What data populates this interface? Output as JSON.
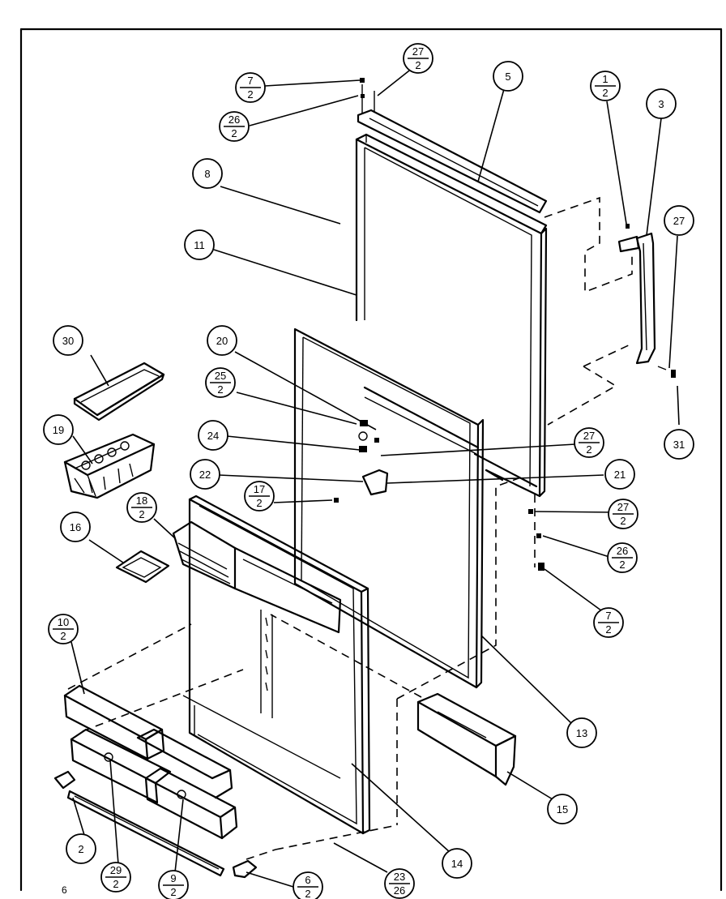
{
  "diagram": {
    "page_number": "6",
    "callouts": [
      {
        "id": "c-7-2-top",
        "num": "7",
        "qty": "2"
      },
      {
        "id": "c-27-2-top",
        "num": "27",
        "qty": "2"
      },
      {
        "id": "c-26-2-top",
        "num": "26",
        "qty": "2"
      },
      {
        "id": "c-5",
        "num": "5",
        "qty": ""
      },
      {
        "id": "c-1-2",
        "num": "1",
        "qty": "2"
      },
      {
        "id": "c-3",
        "num": "3",
        "qty": ""
      },
      {
        "id": "c-27",
        "num": "27",
        "qty": ""
      },
      {
        "id": "c-8",
        "num": "8",
        "qty": ""
      },
      {
        "id": "c-11",
        "num": "11",
        "qty": ""
      },
      {
        "id": "c-30",
        "num": "30",
        "qty": ""
      },
      {
        "id": "c-20",
        "num": "20",
        "qty": ""
      },
      {
        "id": "c-25-2",
        "num": "25",
        "qty": "2"
      },
      {
        "id": "c-24",
        "num": "24",
        "qty": ""
      },
      {
        "id": "c-27-2-mid",
        "num": "27",
        "qty": "2"
      },
      {
        "id": "c-21",
        "num": "21",
        "qty": ""
      },
      {
        "id": "c-31",
        "num": "31",
        "qty": ""
      },
      {
        "id": "c-19",
        "num": "19",
        "qty": ""
      },
      {
        "id": "c-22",
        "num": "22",
        "qty": ""
      },
      {
        "id": "c-17-2",
        "num": "17",
        "qty": "2"
      },
      {
        "id": "c-18-2",
        "num": "18",
        "qty": "2"
      },
      {
        "id": "c-27-2-right",
        "num": "27",
        "qty": "2"
      },
      {
        "id": "c-16",
        "num": "16",
        "qty": ""
      },
      {
        "id": "c-26-2-right",
        "num": "26",
        "qty": "2"
      },
      {
        "id": "c-7-2-right",
        "num": "7",
        "qty": "2"
      },
      {
        "id": "c-10-2",
        "num": "10",
        "qty": "2"
      },
      {
        "id": "c-13",
        "num": "13",
        "qty": ""
      },
      {
        "id": "c-15",
        "num": "15",
        "qty": ""
      },
      {
        "id": "c-14",
        "num": "14",
        "qty": ""
      },
      {
        "id": "c-2",
        "num": "2",
        "qty": ""
      },
      {
        "id": "c-29-2",
        "num": "29",
        "qty": "2"
      },
      {
        "id": "c-9-2",
        "num": "9",
        "qty": "2"
      },
      {
        "id": "c-6-2",
        "num": "6",
        "qty": "2"
      },
      {
        "id": "c-23-26",
        "num": "23",
        "qty": "26"
      }
    ]
  }
}
